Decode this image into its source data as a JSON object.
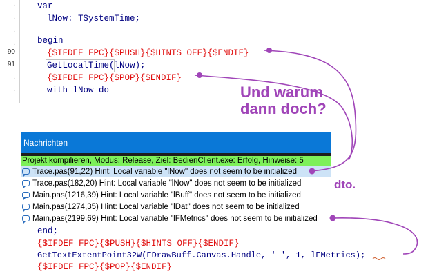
{
  "editor_top": {
    "gutter": [
      ".",
      ".",
      ".",
      ".",
      "90",
      "91",
      ".",
      "."
    ],
    "lines": [
      {
        "parts": [
          {
            "t": "var",
            "c": "kw"
          }
        ]
      },
      {
        "parts": [
          {
            "t": "lNow: TSystemTime;",
            "c": "n"
          }
        ]
      },
      {
        "parts": [
          {
            "t": "",
            "c": "n"
          }
        ]
      },
      {
        "parts": [
          {
            "t": "begin",
            "c": "kw"
          }
        ]
      },
      {
        "parts": [
          {
            "t": "{$IFDEF FPC}{$PUSH}{$HINTS OFF}{$ENDIF}",
            "c": "red"
          }
        ]
      },
      {
        "parts": [
          {
            "t": "GetLocalTime",
            "c": "n"
          },
          {
            "t": "(lNow);",
            "c": "n"
          }
        ]
      },
      {
        "parts": [
          {
            "t": "{$IFDEF FPC}{$POP}{$ENDIF}",
            "c": "red"
          }
        ]
      },
      {
        "parts": [
          {
            "t": "with lNow do",
            "c": "n"
          }
        ]
      }
    ]
  },
  "annotations": {
    "question_line1": "Und warum",
    "question_line2": "dann doch?",
    "dto": "dto."
  },
  "messages_panel": {
    "title": "Nachrichten",
    "summary": "Projekt kompilieren, Modus: Release, Ziel: BedienClient.exe: Erfolg, Hinweise: 5",
    "items": [
      "Trace.pas(91,22) Hint: Local variable \"lNow\" does not seem to be initialized",
      "Trace.pas(182,20) Hint: Local variable \"lNow\" does not seem to be initialized",
      "Main.pas(1216,39) Hint: Local variable \"lBuff\" does not seem to be initialized",
      "Main.pas(1274,35) Hint: Local variable \"lDat\" does not seem to be initialized",
      "Main.pas(2199,69) Hint: Local variable \"lFMetrics\" does not seem to be initialized"
    ]
  },
  "editor_bottom": {
    "line0": "end;",
    "line1": "{$IFDEF FPC}{$PUSH}{$HINTS OFF}{$ENDIF}",
    "line2a": "GetTextExtentPoint32W(FDrawBuff.Canvas.Handle, ' ', 1, lFMetrics);",
    "line3": "{$IFDEF FPC}{$POP}{$ENDIF}"
  },
  "colors": {
    "annotation": "#a045b8",
    "directive": "#e01010",
    "identifier": "#000080",
    "header": "#0a78d7",
    "summary_bg": "#7df05a"
  }
}
